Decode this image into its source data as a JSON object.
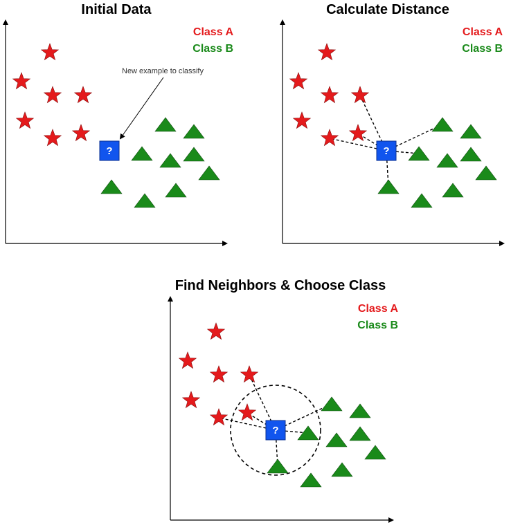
{
  "colors": {
    "class_a": "#e41a1c",
    "class_b": "#1a8a1a",
    "unknown": "#1155ee",
    "axis": "#000000"
  },
  "legend": {
    "class_a": "Class A",
    "class_b": "Class B"
  },
  "unknown_label": "?",
  "panels": [
    {
      "title": "Initial Data",
      "annotation": "New example to classify",
      "show_distances": false,
      "show_radius": false
    },
    {
      "title": "Calculate Distance",
      "annotation": "",
      "show_distances": true,
      "show_radius": false
    },
    {
      "title": "Find Neighbors & Choose Class",
      "annotation": "",
      "show_distances": true,
      "show_radius": true
    }
  ]
}
